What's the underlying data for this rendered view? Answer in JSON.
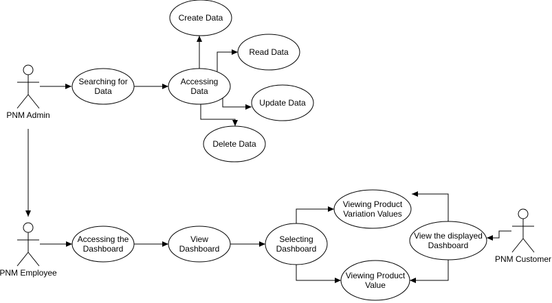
{
  "actors": [
    {
      "id": "admin",
      "label": "PNM Admin"
    },
    {
      "id": "employee",
      "label": "PNM Employee"
    },
    {
      "id": "customer",
      "label": "PNM Customer"
    }
  ],
  "usecases": [
    {
      "id": "create",
      "lines": [
        "Create Data"
      ]
    },
    {
      "id": "read",
      "lines": [
        "Read Data"
      ]
    },
    {
      "id": "search",
      "lines": [
        "Searching for",
        "Data"
      ]
    },
    {
      "id": "access",
      "lines": [
        "Accessing",
        "Data"
      ]
    },
    {
      "id": "update",
      "lines": [
        "Update Data"
      ]
    },
    {
      "id": "delete",
      "lines": [
        "Delete Data"
      ]
    },
    {
      "id": "variation",
      "lines": [
        "Viewing Product",
        "Variation Values"
      ]
    },
    {
      "id": "accdash",
      "lines": [
        "Accessing the",
        "Dashboard"
      ]
    },
    {
      "id": "viewdash",
      "lines": [
        "View",
        "Dashboard"
      ]
    },
    {
      "id": "select",
      "lines": [
        "Selecting",
        "Dashboard"
      ]
    },
    {
      "id": "displayed",
      "lines": [
        "View the displayed",
        "Dashboard"
      ]
    },
    {
      "id": "value",
      "lines": [
        "Viewing Product",
        "Value"
      ]
    }
  ],
  "edges": [
    {
      "from": "admin",
      "to": "search"
    },
    {
      "from": "search",
      "to": "access"
    },
    {
      "from": "access",
      "to": "create"
    },
    {
      "from": "access",
      "to": "read"
    },
    {
      "from": "access",
      "to": "update"
    },
    {
      "from": "access",
      "to": "delete"
    },
    {
      "from": "admin",
      "to": "employee"
    },
    {
      "from": "employee",
      "to": "accdash"
    },
    {
      "from": "accdash",
      "to": "viewdash"
    },
    {
      "from": "viewdash",
      "to": "select"
    },
    {
      "from": "select",
      "to": "variation"
    },
    {
      "from": "select",
      "to": "value"
    },
    {
      "from": "customer",
      "to": "displayed"
    },
    {
      "from": "displayed",
      "to": "variation"
    },
    {
      "from": "displayed",
      "to": "value"
    }
  ]
}
